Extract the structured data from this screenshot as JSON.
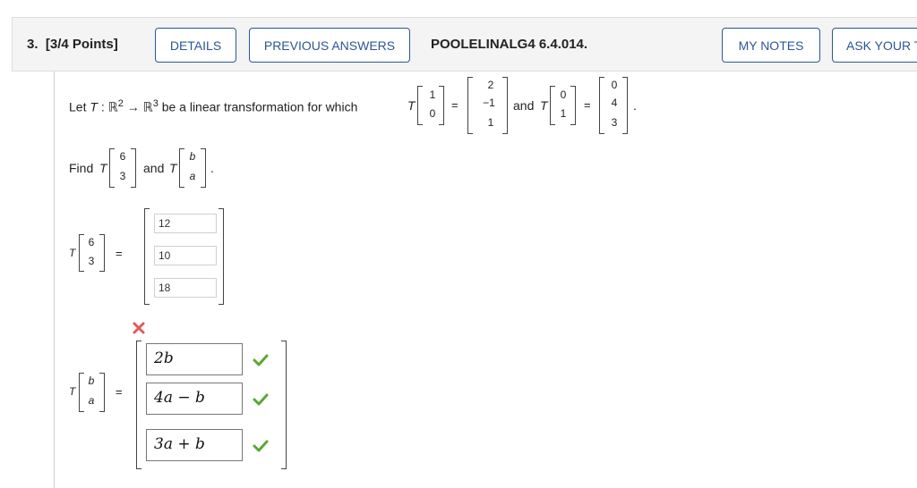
{
  "header": {
    "question_number": "3.",
    "points": "[3/4 Points]",
    "details_label": "DETAILS",
    "previous_answers_label": "PREVIOUS ANSWERS",
    "question_id": "POOLELINALG4 6.4.014.",
    "my_notes_label": "MY NOTES",
    "ask_teacher_label": "ASK YOUR T"
  },
  "problem": {
    "let": "Let",
    "T": "T",
    "colon": ":",
    "R2": "ℝ",
    "R2_exp": "2",
    "arrow": "→",
    "R3": "ℝ",
    "R3_exp": "3",
    "be_text": "be a linear transformation for which",
    "e1": [
      "1",
      "0"
    ],
    "Te1": [
      "2",
      "−1",
      "1"
    ],
    "and": "and",
    "e2": [
      "0",
      "1"
    ],
    "Te2": [
      "0",
      "4",
      "3"
    ],
    "eq": "=",
    "period": "."
  },
  "find": {
    "label": "Find",
    "v1": [
      "6",
      "3"
    ],
    "v2": [
      "b",
      "a"
    ],
    "and": "and",
    "period": "."
  },
  "answer1": {
    "v": [
      "6",
      "3"
    ],
    "eq": "=",
    "values": [
      "12",
      "10",
      "18"
    ]
  },
  "answer2": {
    "v": [
      "b",
      "a"
    ],
    "eq": "=",
    "values": [
      "2b",
      "4a − b",
      "3a + b"
    ],
    "status": "incorrect",
    "entry_status": [
      "correct",
      "correct",
      "correct"
    ]
  },
  "colors": {
    "accent": "#2b5797",
    "correct": "#5aa832",
    "incorrect": "#e05a5a"
  }
}
